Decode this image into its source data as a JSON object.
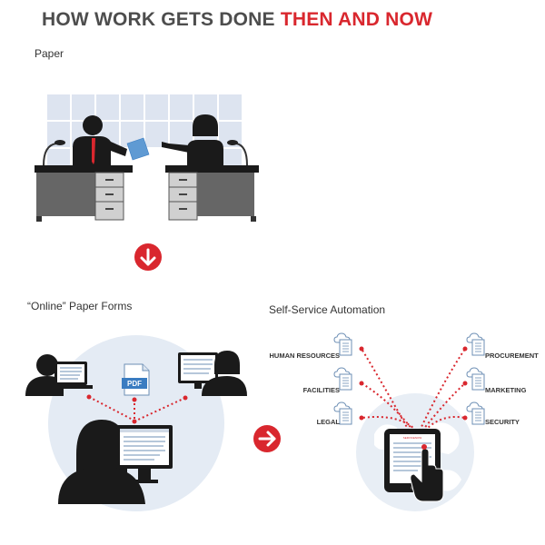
{
  "title": {
    "main": "HOW WORK GETS DONE",
    "accent": "THEN AND NOW"
  },
  "sections": {
    "paper": "Paper",
    "online": "“Online” Paper Forms",
    "selfservice": "Self-Service Automation"
  },
  "pdf_label": "PDF",
  "tablet_brand": "SERVICENOW",
  "departments": {
    "human_resources": "HUMAN RESOURCES",
    "facilities": "FACILITIES",
    "legal": "LEGAL",
    "procurement": "PROCUREMENT",
    "marketing": "MARKETING",
    "security": "SECURITY"
  },
  "colors": {
    "accent": "#d9272e",
    "dark": "#1a1a1a",
    "gray": "#5f5f5f",
    "light_blue": "#e4ebf4",
    "doc_blue": "#3a7cc1"
  }
}
